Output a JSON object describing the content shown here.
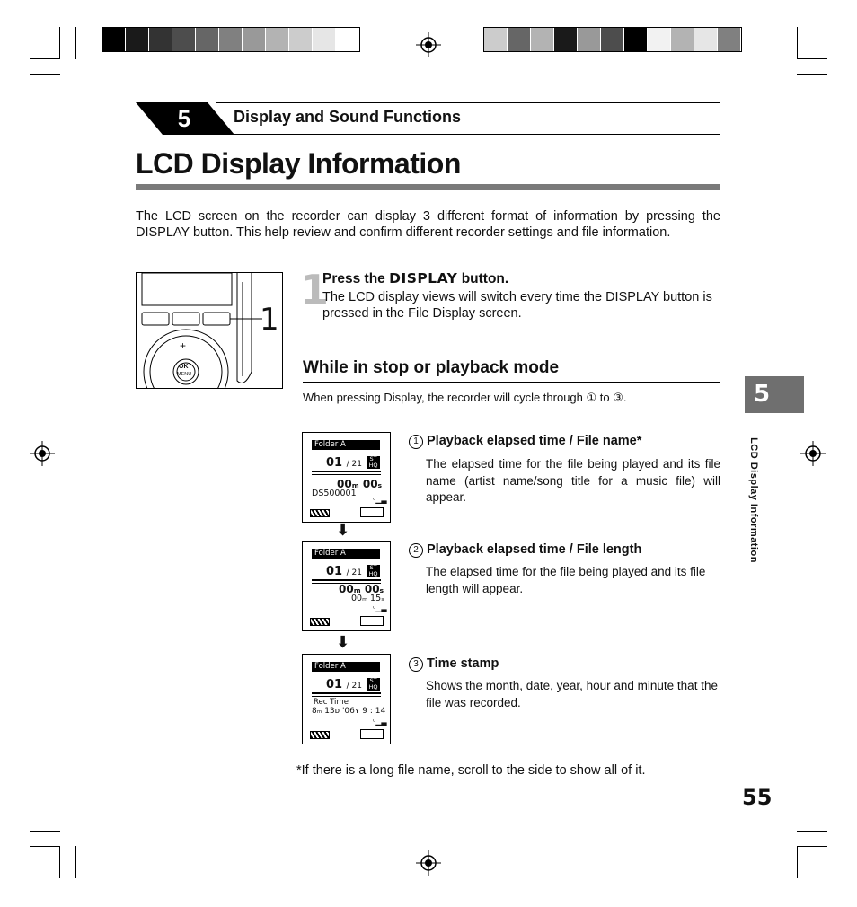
{
  "print_marks": {
    "swatches_left": [
      "#000000",
      "#1a1a1a",
      "#333333",
      "#4d4d4d",
      "#666666",
      "#808080",
      "#999999",
      "#b3b3b3",
      "#cccccc",
      "#e6e6e6",
      "#ffffff"
    ],
    "swatches_right": [
      "#cccccc",
      "#666666",
      "#b3b3b3",
      "#1a1a1a",
      "#999999",
      "#4d4d4d",
      "#000000",
      "#f2f2f2",
      "#b3b3b3",
      "#e6e6e6",
      "#808080"
    ]
  },
  "section": {
    "number": "5",
    "title": "Display and Sound Functions"
  },
  "page_title": "LCD Display Information",
  "intro": "The LCD screen on the recorder can display 3 different format of information by pressing the DISPLAY button. This help review and confirm different recorder settings and file information.",
  "device_illustration": {
    "callout": "1",
    "ok_label": "OK",
    "menu_label": "MENU",
    "plus": "+"
  },
  "step": {
    "number": "1",
    "head_prefix": "Press the ",
    "head_key": "DISPLAY",
    "head_suffix": " button.",
    "body": "The LCD display views will switch every time the DISPLAY button is pressed in the File Display screen."
  },
  "subsection": {
    "title": "While in stop or playback mode",
    "note": "When pressing Display, the recorder will cycle through ① to ③."
  },
  "lcd_screens": [
    {
      "folder": "Folder  A",
      "file": "01",
      "total": "21",
      "badge_top": "ST",
      "badge_bot": "HQ",
      "line3": "00ₘ 00ₛ",
      "line4": "DS500001"
    },
    {
      "folder": "Folder  A",
      "file": "01",
      "total": "21",
      "badge_top": "ST",
      "badge_bot": "HQ",
      "line3": "00ₘ 00ₛ",
      "line4": "00ₘ 15ₛ"
    },
    {
      "folder": "Folder  A",
      "file": "01",
      "total": "21",
      "badge_top": "ST",
      "badge_bot": "HQ",
      "line3": "Rec Time",
      "line4": "8ₘ 13ᴅ '06ʏ  9 : 14"
    }
  ],
  "arrow_glyph": "⬇",
  "items": [
    {
      "num": "1",
      "title": "Playback elapsed time / File name*",
      "body": "The elapsed time for the file being played and its file name (artist name/song title for a music file) will appear."
    },
    {
      "num": "2",
      "title": "Playback elapsed time / File length",
      "body": "The elapsed time for the file being played and its file length will appear."
    },
    {
      "num": "3",
      "title": "Time stamp",
      "body": "Shows the month, date, year, hour and minute that the file was recorded."
    }
  ],
  "footnote": "*If there is a long file name, scroll to the side to show all of it.",
  "page_number": "55",
  "side_tab": {
    "number": "5",
    "label": "LCD Display Information"
  }
}
